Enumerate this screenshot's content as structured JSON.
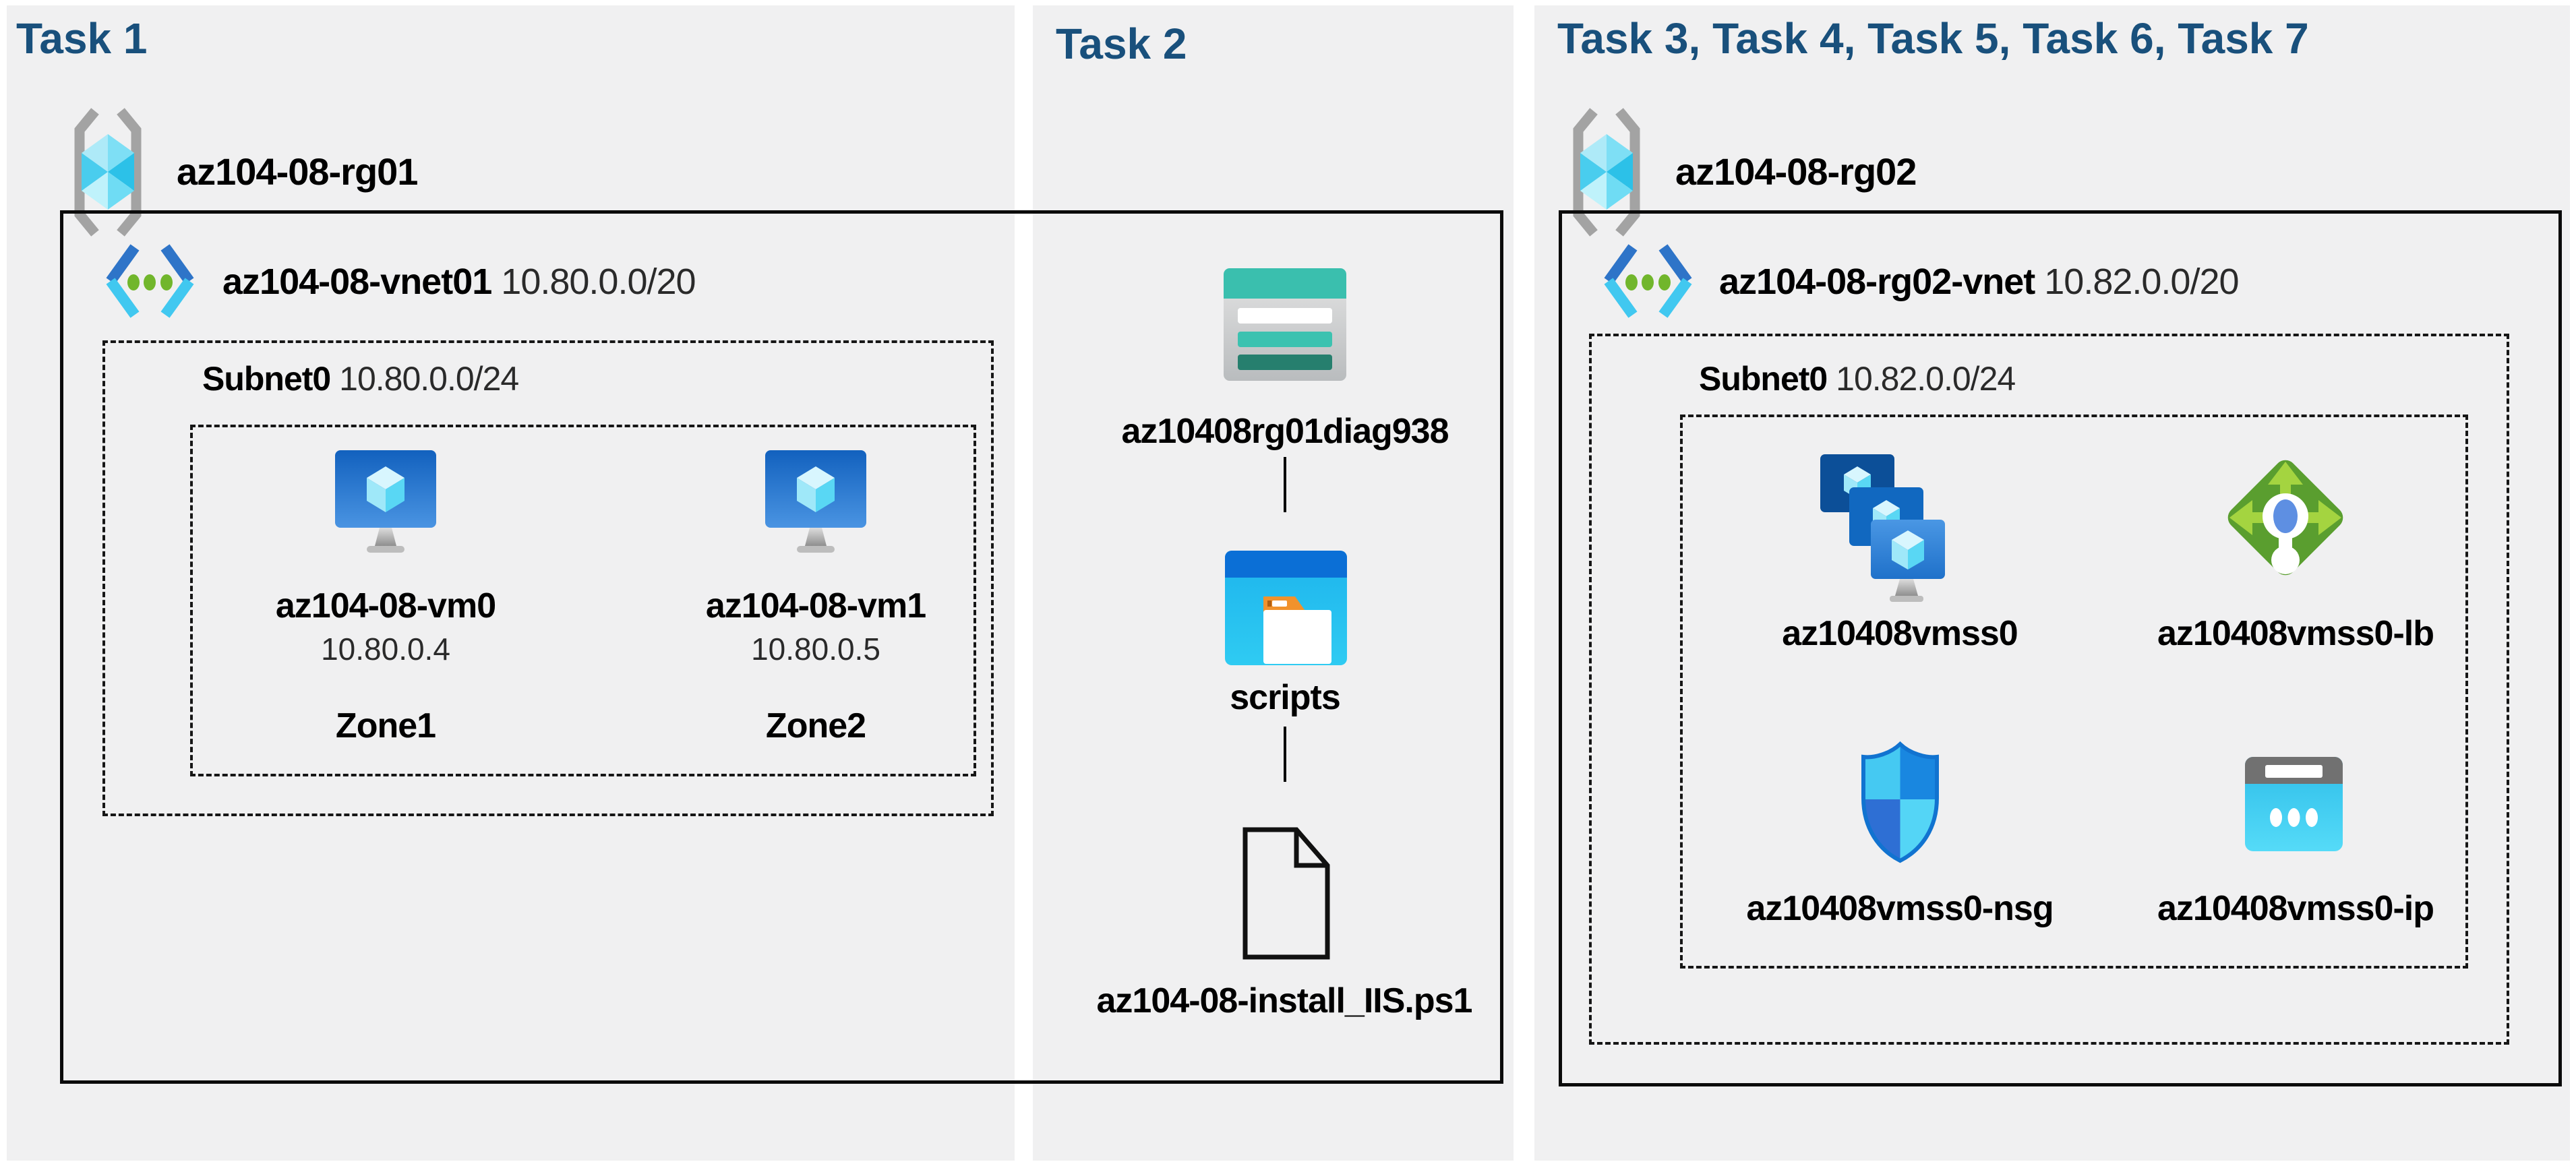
{
  "page": {
    "background": "#ffffff",
    "panel_background": "#f0f0f1",
    "title_color": "#19507c"
  },
  "task1": {
    "title": "Task 1",
    "resource_group": "az104-08-rg01",
    "vnet_name": "az104-08-vnet01",
    "vnet_cidr": "10.80.0.0/20",
    "subnet_name": "Subnet0",
    "subnet_cidr": "10.80.0.0/24",
    "vm0": {
      "name": "az104-08-vm0",
      "ip": "10.80.0.4",
      "zone": "Zone1"
    },
    "vm1": {
      "name": "az104-08-vm1",
      "ip": "10.80.0.5",
      "zone": "Zone2"
    }
  },
  "task2": {
    "title": "Task 2",
    "storage_account": "az10408rg01diag938",
    "folder": "scripts",
    "script_file": "az104-08-install_IIS.ps1"
  },
  "task3": {
    "title": "Task 3, Task 4, Task 5, Task 6, Task 7",
    "resource_group": "az104-08-rg02",
    "vnet_name": "az104-08-rg02-vnet",
    "vnet_cidr": "10.82.0.0/20",
    "subnet_name": "Subnet0",
    "subnet_cidr": "10.82.0.0/24",
    "vmss": "az10408vmss0",
    "load_balancer": "az10408vmss0-lb",
    "nsg": "az10408vmss0-nsg",
    "public_ip": "az10408vmss0-ip"
  },
  "icons": {
    "resource_group": "resource-group-icon",
    "virtual_network": "virtual-network-icon",
    "virtual_machine": "virtual-machine-icon",
    "storage_account": "storage-account-icon",
    "folder": "folder-icon",
    "script_file": "file-icon",
    "vmss": "vm-scale-set-icon",
    "load_balancer": "load-balancer-icon",
    "nsg": "network-security-group-icon",
    "public_ip": "public-ip-icon"
  }
}
